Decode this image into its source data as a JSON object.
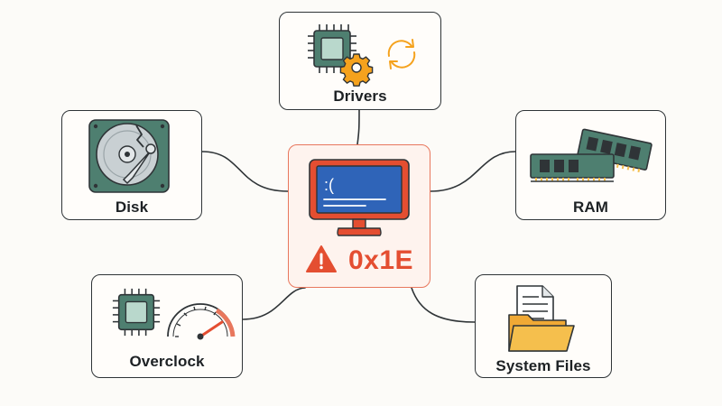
{
  "center": {
    "error_code": "0x1E",
    "screen_text": ":(",
    "icons": [
      "monitor-icon",
      "warning-icon"
    ]
  },
  "nodes": {
    "drivers": {
      "label": "Drivers",
      "icons": [
        "chip-icon",
        "gear-icon",
        "refresh-icon"
      ]
    },
    "disk": {
      "label": "Disk",
      "icons": [
        "hard-drive-icon"
      ]
    },
    "ram": {
      "label": "RAM",
      "icons": [
        "ram-stick-icon"
      ]
    },
    "overclock": {
      "label": "Overclock",
      "icons": [
        "chip-icon",
        "speedometer-icon"
      ]
    },
    "system_files": {
      "label": "System Files",
      "icons": [
        "document-icon",
        "folder-icon"
      ]
    }
  },
  "colors": {
    "accent": "#e44e31",
    "screen_blue": "#2f64b8",
    "chip_green": "#4e7f70",
    "folder_yellow": "#f5bf4d",
    "gear_orange": "#f5a21d",
    "outline": "#2f3437"
  }
}
